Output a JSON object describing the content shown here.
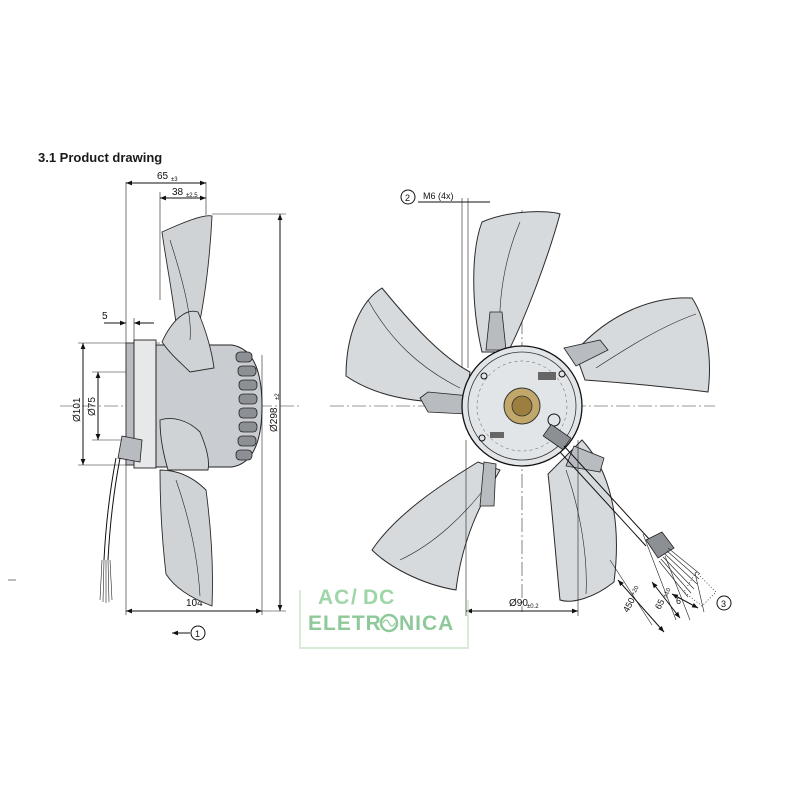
{
  "section_title": "3.1 Product drawing",
  "colors": {
    "line": "#111111",
    "blade_fill": "#d6dadd",
    "logo_green": "#8fcf9a"
  },
  "side_view": {
    "dim_overall_depth": "65",
    "dim_overall_depth_tol": "±3",
    "dim_hub_depth": "38",
    "dim_hub_depth_tol": "±2.5",
    "dim_flange": "5",
    "dim_dia_101": "Ø101",
    "dim_dia_75": "Ø75",
    "dim_dia_298": "Ø298",
    "dim_dia_298_tol": "±2",
    "dim_length": "104",
    "airflow_ref": "1"
  },
  "front_view": {
    "mount_ref": "2",
    "mount_label": "M6 (4x)",
    "dim_dia_90": "Ø90",
    "dim_dia_90_tol": "±0.2",
    "cable_ref": "3",
    "dim_cable_450": "450",
    "dim_cable_450_tol": "+20",
    "dim_cable_65": "65",
    "dim_cable_65_tol": "±10",
    "dim_cable_6": "6"
  },
  "watermark": {
    "line1_left": "AC",
    "line1_sep": "/",
    "line1_right": "DC",
    "line2_a": "ELETR",
    "line2_b": "NICA"
  }
}
